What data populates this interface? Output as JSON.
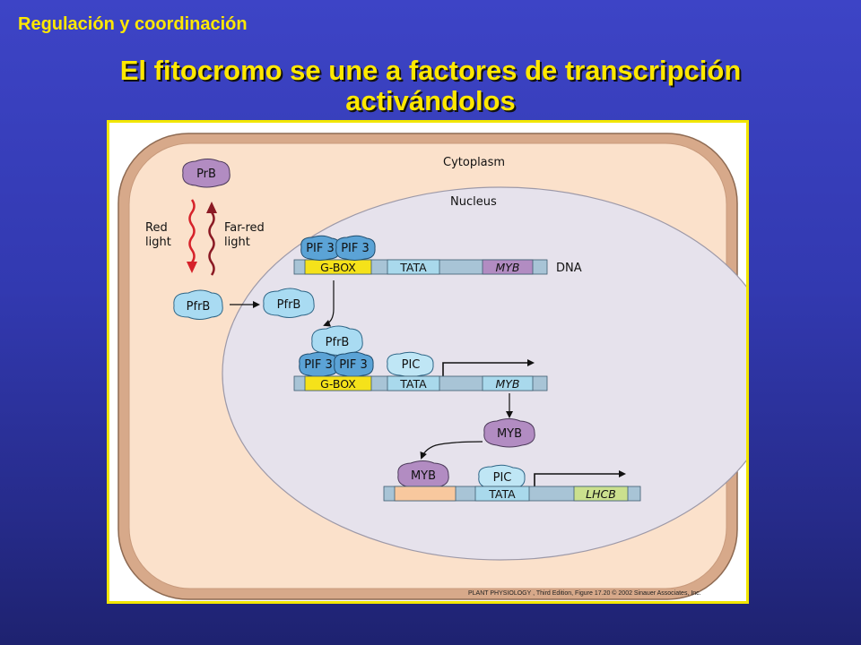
{
  "slide": {
    "section": "Regulación y coordinación",
    "title_line1": "El fitocromo se une a factores de transcripción",
    "title_line2": "activándolos"
  },
  "figure": {
    "compartments": {
      "cytoplasm": "Cytoplasm",
      "nucleus": "Nucleus"
    },
    "light": {
      "red_line1": "Red",
      "red_line2": "light",
      "farred_line1": "Far-red",
      "farred_line2": "light"
    },
    "molecules": {
      "prb": "PrB",
      "pfrb": "PfrB",
      "pif3": "PIF 3",
      "pic": "PIC",
      "myb": "MYB"
    },
    "dna": {
      "label": "DNA",
      "gbox": "G-BOX",
      "tata": "TATA",
      "myb_gene": "MYB",
      "lhcb_gene": "LHCB"
    },
    "caption": "PLANT PHYSIOLOGY , Third Edition, Figure 17.20  © 2002 Sinauer Associates, Inc.",
    "colors": {
      "cell_wall": "#d7a98a",
      "cytoplasm": "#fbe1cb",
      "nucleus": "#e6e2ec",
      "prb": "#b28cc2",
      "pfrb": "#a9dbf2",
      "pif3": "#5ba3d6",
      "pic": "#bfe6f5",
      "myb_protein": "#b28cc2",
      "gbox": "#f5e21a",
      "tata": "#a9d9ec",
      "dna_strand": "#a8c4d6",
      "myb_gene": "#b28cc2",
      "lhcb_gene": "#cbe08e",
      "myb_site": "#f8c89e",
      "light_red": "#d6222a",
      "light_farred": "#8b1a24"
    }
  }
}
